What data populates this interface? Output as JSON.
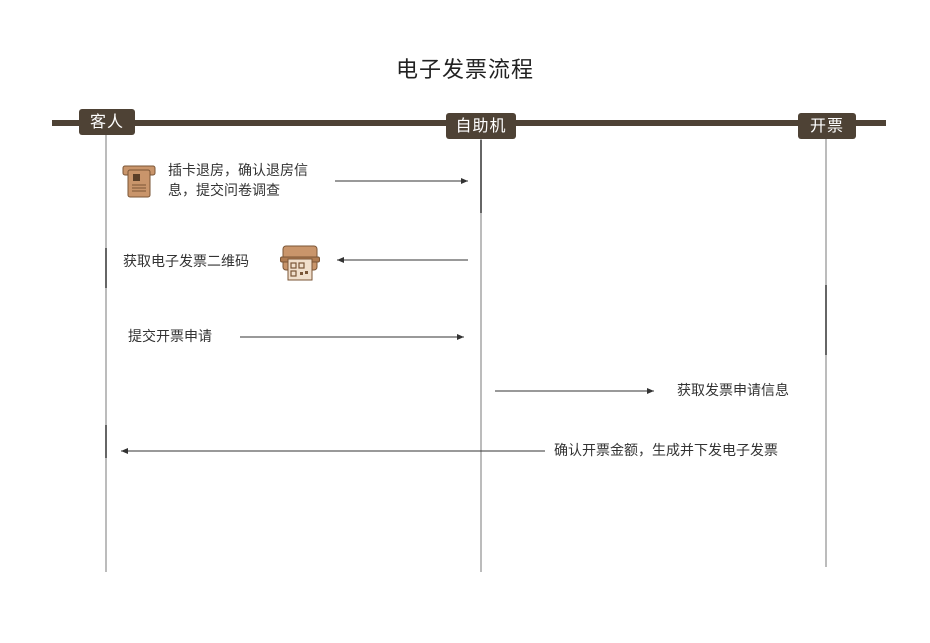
{
  "title": "电子发票流程",
  "colors": {
    "lane_header": "#4e4235",
    "icon_fill": "#c9956b",
    "icon_stroke": "#7a5536",
    "line": "#6b6b6b",
    "arrow": "#333333"
  },
  "lanes": [
    {
      "id": "guest",
      "label": "客人"
    },
    {
      "id": "kiosk",
      "label": "自助机"
    },
    {
      "id": "invoice",
      "label": "开票"
    }
  ],
  "messages": [
    {
      "id": "m1",
      "label": "插卡退房，确认退房信息，提交问卷调查",
      "from": "guest",
      "to": "kiosk",
      "icon": "card-insert-icon"
    },
    {
      "id": "m2",
      "label": "获取电子发票二维码",
      "from": "kiosk",
      "to": "guest",
      "icon": "qr-receipt-printer-icon"
    },
    {
      "id": "m3",
      "label": "提交开票申请",
      "from": "guest",
      "to": "kiosk"
    },
    {
      "id": "m4",
      "label": "获取发票申请信息",
      "from": "kiosk",
      "to": "invoice"
    },
    {
      "id": "m5",
      "label": "确认开票金额，生成并下发电子发票",
      "from": "invoice",
      "to": "guest"
    }
  ]
}
